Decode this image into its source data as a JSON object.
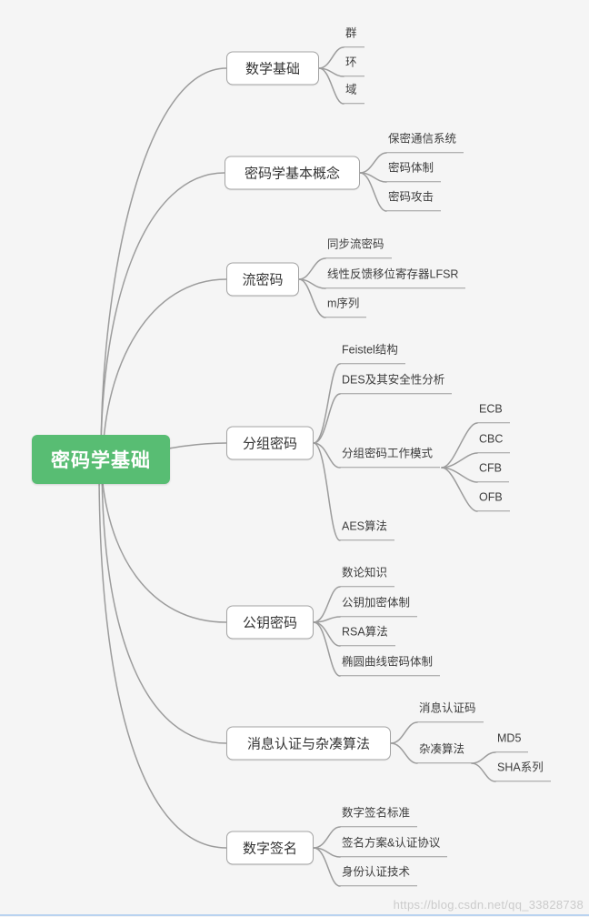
{
  "colors": {
    "root_bg": "#58bd73",
    "connector": "#9c9c9c"
  },
  "root": {
    "label": "密码学基础"
  },
  "branches": [
    {
      "label": "数学基础",
      "children": [
        {
          "label": "群"
        },
        {
          "label": "环"
        },
        {
          "label": "域"
        }
      ]
    },
    {
      "label": "密码学基本概念",
      "children": [
        {
          "label": "保密通信系统"
        },
        {
          "label": "密码体制"
        },
        {
          "label": "密码攻击"
        }
      ]
    },
    {
      "label": "流密码",
      "children": [
        {
          "label": "同步流密码"
        },
        {
          "label": "线性反馈移位寄存器LFSR"
        },
        {
          "label": "m序列"
        }
      ]
    },
    {
      "label": "分组密码",
      "children": [
        {
          "label": "Feistel结构"
        },
        {
          "label": "DES及其安全性分析"
        },
        {
          "label": "分组密码工作模式",
          "children": [
            {
              "label": "ECB"
            },
            {
              "label": "CBC"
            },
            {
              "label": "CFB"
            },
            {
              "label": "OFB"
            }
          ]
        },
        {
          "label": "AES算法"
        }
      ]
    },
    {
      "label": "公钥密码",
      "children": [
        {
          "label": "数论知识"
        },
        {
          "label": "公钥加密体制"
        },
        {
          "label": "RSA算法"
        },
        {
          "label": "椭圆曲线密码体制"
        }
      ]
    },
    {
      "label": "消息认证与杂凑算法",
      "children": [
        {
          "label": "消息认证码"
        },
        {
          "label": "杂凑算法",
          "children": [
            {
              "label": "MD5"
            },
            {
              "label": "SHA系列"
            }
          ]
        }
      ]
    },
    {
      "label": "数字签名",
      "children": [
        {
          "label": "数字签名标准"
        },
        {
          "label": "签名方案&认证协议"
        },
        {
          "label": "身份认证技术"
        }
      ]
    }
  ],
  "watermark": "https://blog.csdn.net/qq_33828738"
}
